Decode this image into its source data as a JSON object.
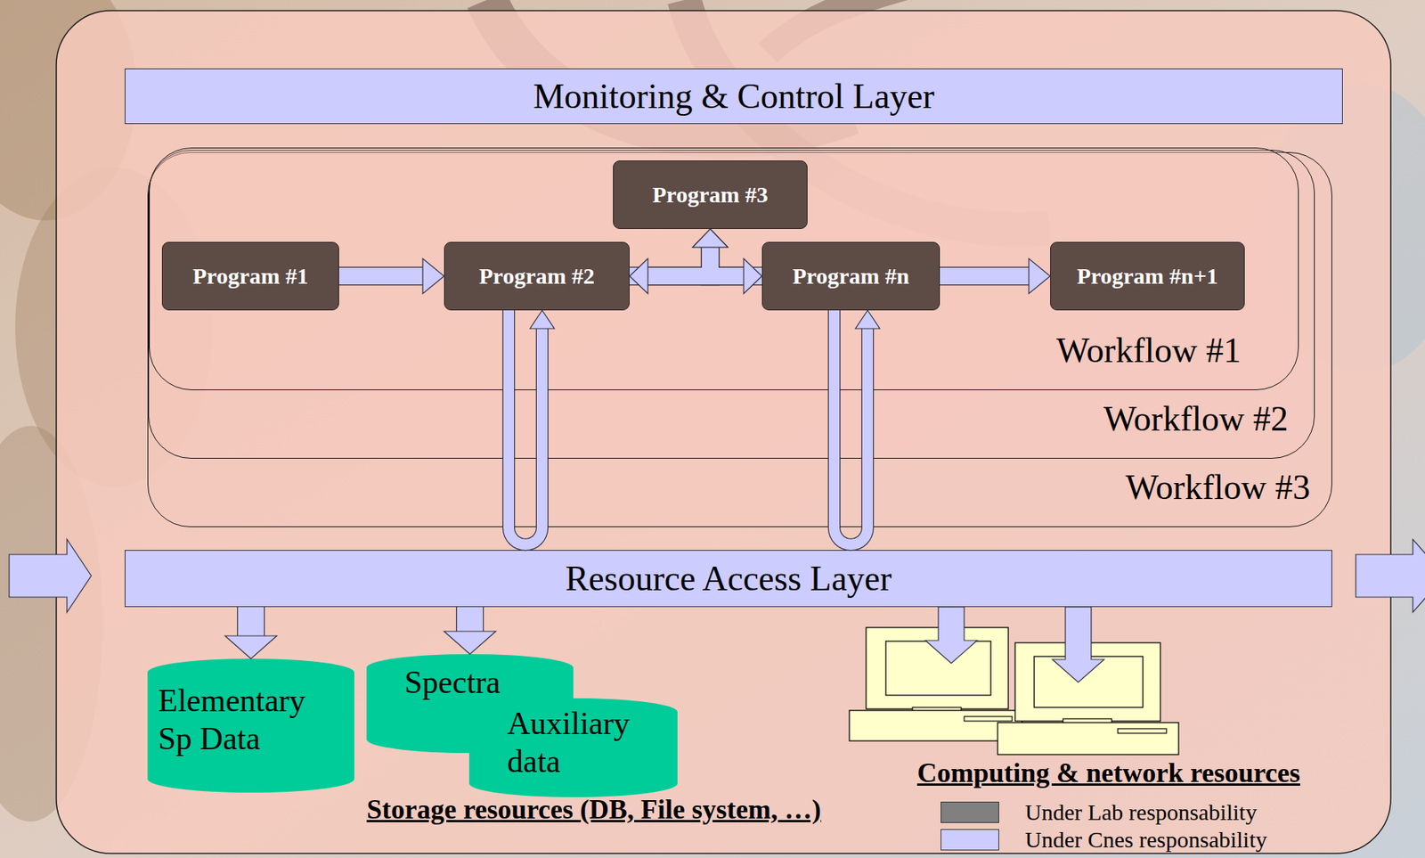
{
  "diagram": {
    "nodes": [
      {
        "text": [
          "Monitoring & Control Layer"
        ]
      },
      {
        "text": [
          "Workflow #3"
        ]
      },
      {
        "text": [
          "Workflow #2"
        ],
        "in": 1
      },
      {
        "text": [
          "Workflow #1"
        ],
        "in": 2
      },
      {
        "text": [
          "Program #1"
        ],
        "in": 3
      },
      {
        "text": [
          "Program #2"
        ],
        "in": 3
      },
      {
        "text": [
          "Program #3"
        ],
        "in": 3
      },
      {
        "text": [
          "Program #n"
        ],
        "in": 3
      },
      {
        "text": [
          "Program #n+1"
        ],
        "in": 3
      },
      {
        "text": [
          "Resource Access Layer"
        ]
      },
      {
        "text": [
          "Elementary Sp Data"
        ]
      },
      {
        "text": [
          "Spectra"
        ]
      },
      {
        "text": [
          "Auxiliary data"
        ]
      }
    ],
    "edges": [
      {
        "from": 4,
        "to": 5,
        "arrow": "to"
      },
      {
        "from": 5,
        "to": 7,
        "arrow": "both"
      },
      {
        "from": 5,
        "to": 6,
        "arrow": "to"
      },
      {
        "from": 7,
        "to": 6,
        "arrow": "to"
      },
      {
        "from": 7,
        "to": 8,
        "arrow": "to"
      },
      {
        "from": 9,
        "to": 5,
        "arrow": "to"
      },
      {
        "from": 9,
        "to": 7,
        "arrow": "to"
      },
      {
        "from": 9,
        "to": 10,
        "arrow": "to"
      },
      {
        "from": 9,
        "to": 11,
        "arrow": "to"
      }
    ],
    "labels": [
      "Storage resources (DB, File system, …)",
      "Computing & network resources"
    ],
    "legend": [
      {
        "text": "Under Lab responsability",
        "color": "#808080"
      },
      {
        "text": "Under Cnes responsability",
        "color": "#ccccff"
      }
    ]
  }
}
